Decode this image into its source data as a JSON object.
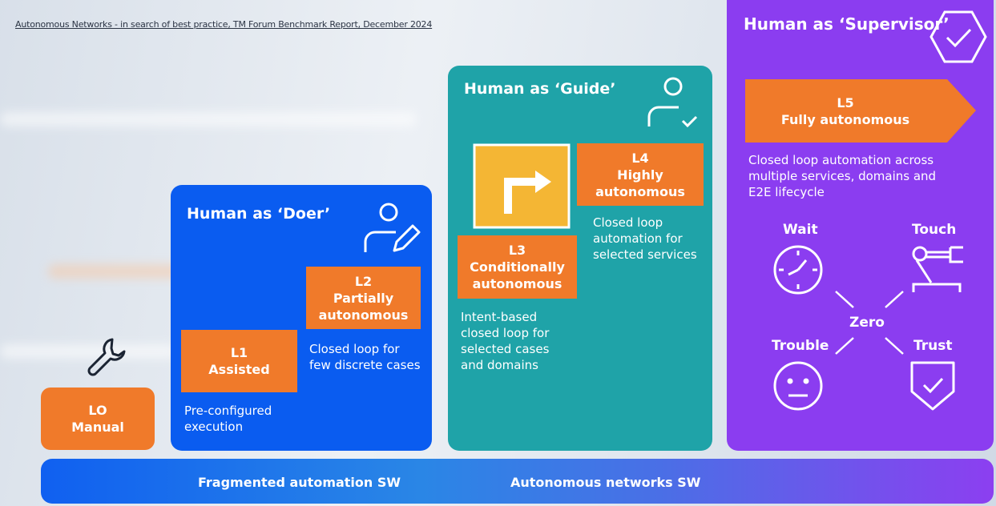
{
  "source": "Autonomous Networks - in search of best practice, TM Forum Benchmark Report, December 2024",
  "levels": {
    "l0": {
      "code": "LO",
      "name": "Manual"
    },
    "l1": {
      "code": "L1",
      "name": "Assisted",
      "desc1": "Pre-configured",
      "desc2": "execution"
    },
    "l2": {
      "code": "L2",
      "name1": "Partially",
      "name2": "autonomous",
      "desc1": "Closed loop for",
      "desc2": "few discrete cases"
    },
    "l3": {
      "code": "L3",
      "name1": "Conditionally",
      "name2": "autonomous",
      "desc1": "Intent-based",
      "desc2": "closed loop for",
      "desc3": "selected cases",
      "desc4": "and domains"
    },
    "l4": {
      "code": "L4",
      "name1": "Highly",
      "name2": "autonomous",
      "desc1": "Closed loop",
      "desc2": "automation for",
      "desc3": "selected services"
    },
    "l5": {
      "code": "L5",
      "name": "Fully autonomous",
      "desc1": "Closed loop automation across",
      "desc2": "multiple services, domains and",
      "desc3": "E2E lifecycle"
    }
  },
  "panels": {
    "doer": "Human as ‘Doer’",
    "guide": "Human as ‘Guide’",
    "supervisor": "Human as ‘Supervisor’"
  },
  "zero": {
    "center": "Zero",
    "wait": "Wait",
    "touch": "Touch",
    "trouble": "Trouble",
    "trust": "Trust"
  },
  "bar": {
    "left": "Fragmented automation SW",
    "right": "Autonomous networks SW"
  },
  "colors": {
    "orange": "#f07a2a",
    "blue": "#0a5cf0",
    "teal": "#1fa3a8",
    "purple": "#8b3df0",
    "yellow": "#f4b634"
  }
}
